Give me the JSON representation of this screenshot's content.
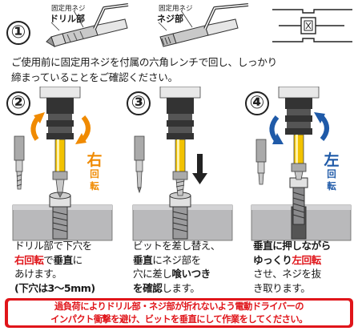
{
  "step1": {
    "num": "①",
    "label_fix_screw_a": "固定用ネジ",
    "label_drill": "ドリル部",
    "label_fix_screw_b": "固定用ネジ",
    "label_screw": "ネジ部"
  },
  "intro": {
    "line1": "ご使用前に固定用ネジを付属の六角レンチで回し、しっかり",
    "line2": "締まっていることをご確認ください。"
  },
  "step2": {
    "num": "②",
    "dir_big": "右",
    "dir_small_1": "回",
    "dir_small_2": "転",
    "text_1": "ドリル部で下穴を",
    "text_red": "右回転",
    "text_2": "で",
    "text_bold": "垂直",
    "text_3": "に",
    "text_4": "あけます。",
    "text_5": "(下穴は3〜5mm)"
  },
  "step3": {
    "num": "③",
    "text_1": "ビットを差し替え、",
    "text_bold_1": "垂直",
    "text_2": "にネジ部を",
    "text_3": "穴に差し",
    "text_bold_2": "喰いつき",
    "text_bold_3": "を確認",
    "text_4": "します。"
  },
  "step4": {
    "num": "④",
    "dir_big": "左",
    "dir_small_1": "回",
    "dir_small_2": "転",
    "text_bold_1": "垂直に押しながら",
    "text_bold_2": "ゆっくり",
    "text_red": "左回転",
    "text_1": "させ、ネジを抜",
    "text_2": "き取ります。"
  },
  "warning": {
    "line1": "過負荷によりドリル部・ネジ部が折れないよう電動ドライバーの",
    "line2": "インパクト衝撃を避け、ビットを垂直にして作業をしてください。"
  },
  "colors": {
    "accent_red": "#e0151a",
    "rotate_orange": "#f08a00",
    "rotate_blue": "#1f5aa8",
    "workpiece_gray": "#b9b9bb"
  }
}
